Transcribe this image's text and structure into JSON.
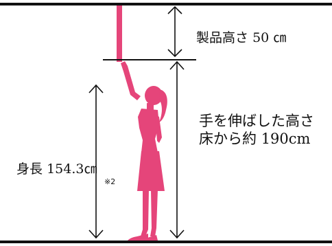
{
  "colors": {
    "line": "#111111",
    "figure": "#e5457a",
    "background": "#ffffff"
  },
  "icons": [
    "up-down-arrow",
    "woman-silhouette",
    "product-pole"
  ],
  "labels": {
    "product_height_prefix": "製品高さ",
    "product_height_value": "50",
    "product_height_unit": "㎝",
    "reach_line1": "手を伸ばした高さ",
    "reach_line2_prefix": "床から約",
    "reach_line2_value": "190cm",
    "person_height_prefix": "身長",
    "person_height_value": "154.3㎝",
    "footnote_mark": "※2"
  }
}
